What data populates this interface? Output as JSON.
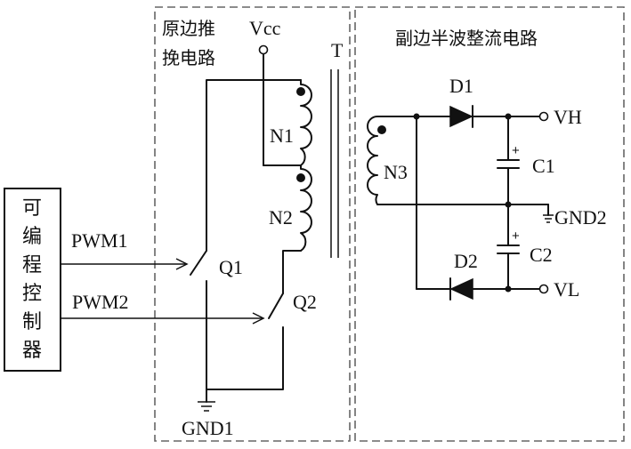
{
  "controller": {
    "chars": [
      "可",
      "编",
      "程",
      "控",
      "制",
      "器"
    ]
  },
  "primary": {
    "title_line1": "原边推",
    "title_line2": "挽电路",
    "vcc": "Vcc",
    "gnd": "GND1",
    "q1": "Q1",
    "q2": "Q2",
    "n1": "N1",
    "n2": "N2"
  },
  "signals": {
    "pwm1": "PWM1",
    "pwm2": "PWM2"
  },
  "transformer": {
    "label": "T"
  },
  "secondary": {
    "title": "副边半波整流电路",
    "n3": "N3",
    "d1": "D1",
    "d2": "D2",
    "c1": "C1",
    "c2": "C2",
    "c1_polarity": "+",
    "c2_polarity": "+",
    "vh": "VH",
    "vl": "VL",
    "gnd2": "GND2"
  }
}
